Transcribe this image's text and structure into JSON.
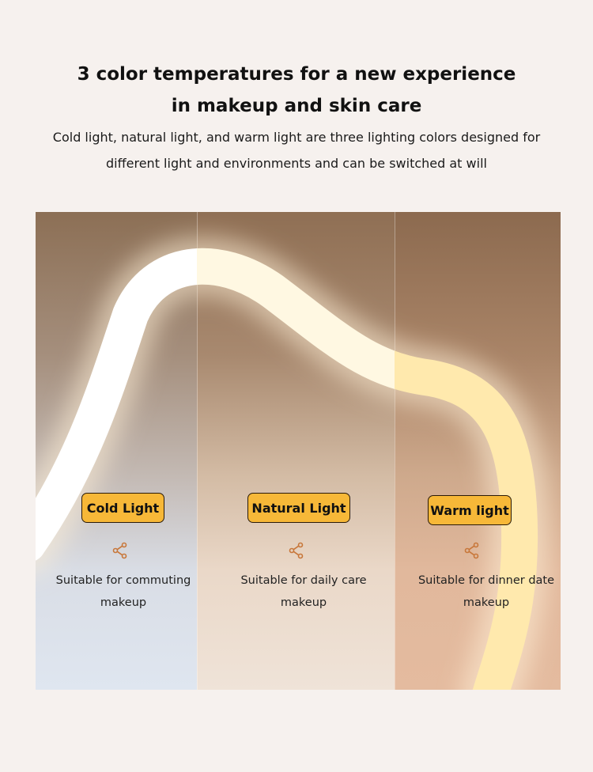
{
  "header": {
    "title_line1": "3 color temperatures for a new experience",
    "title_line2": "in makeup and skin care",
    "subtitle_line1": "Cold light, natural light, and warm light are three lighting colors designed for",
    "subtitle_line2": "different light and environments and can be switched at will"
  },
  "modes": [
    {
      "label": "Cold Light",
      "icon": "share-icon",
      "desc_line1": "Suitable for commuting",
      "desc_line2": "makeup"
    },
    {
      "label": "Natural Light",
      "icon": "share-icon",
      "desc_line1": "Suitable for daily care",
      "desc_line2": "makeup"
    },
    {
      "label": "Warm light",
      "icon": "share-icon",
      "desc_line1": "Suitable for dinner date",
      "desc_line2": "makeup"
    }
  ],
  "colors": {
    "label_bg": "#f7b838",
    "icon": "#c8773a"
  }
}
